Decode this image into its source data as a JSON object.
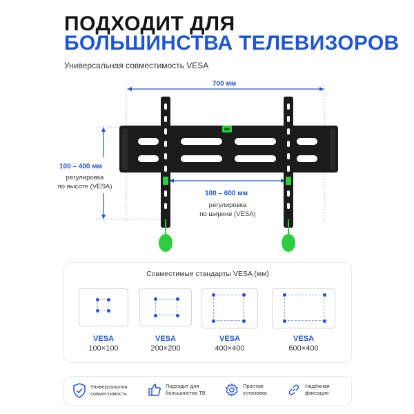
{
  "header": {
    "title_line1": "ПОДХОДИТ ДЛЯ",
    "title_line2": "БОЛЬШИНСТВА ТЕЛЕВИЗОРОВ",
    "subtitle": "Универсальная совместимость VESA"
  },
  "dimensions": {
    "width_label": "700 мм",
    "height_label": "100 – 400 мм",
    "height_note_1": "регулировка",
    "height_note_2": "по высоте (VESA)",
    "inner_label": "100 – 600 мм",
    "inner_note_1": "регулировка",
    "inner_note_2": "по ширине (VESA)"
  },
  "standards": {
    "title": "Совместимые стандарты VESA (мм)",
    "items": [
      {
        "name": "VESA",
        "size": "100×100"
      },
      {
        "name": "VESA",
        "size": "200×200"
      },
      {
        "name": "VESA",
        "size": "400×400"
      },
      {
        "name": "VESA",
        "size": "600×400"
      }
    ]
  },
  "features": [
    {
      "icon": "shield-check-icon",
      "line1": "Универсальная",
      "line2": "совместимость"
    },
    {
      "icon": "thumbs-up-icon",
      "line1": "Подходит для",
      "line2": "большинства ТВ"
    },
    {
      "icon": "gear-icon",
      "line1": "Простая",
      "line2": "установка"
    },
    {
      "icon": "chain-link-icon",
      "line1": "Надёжная",
      "line2": "фиксация"
    }
  ],
  "colors": {
    "accent": "#1f55d6",
    "level_green": "#2ecc40",
    "bracket": "#1b1b1b"
  }
}
